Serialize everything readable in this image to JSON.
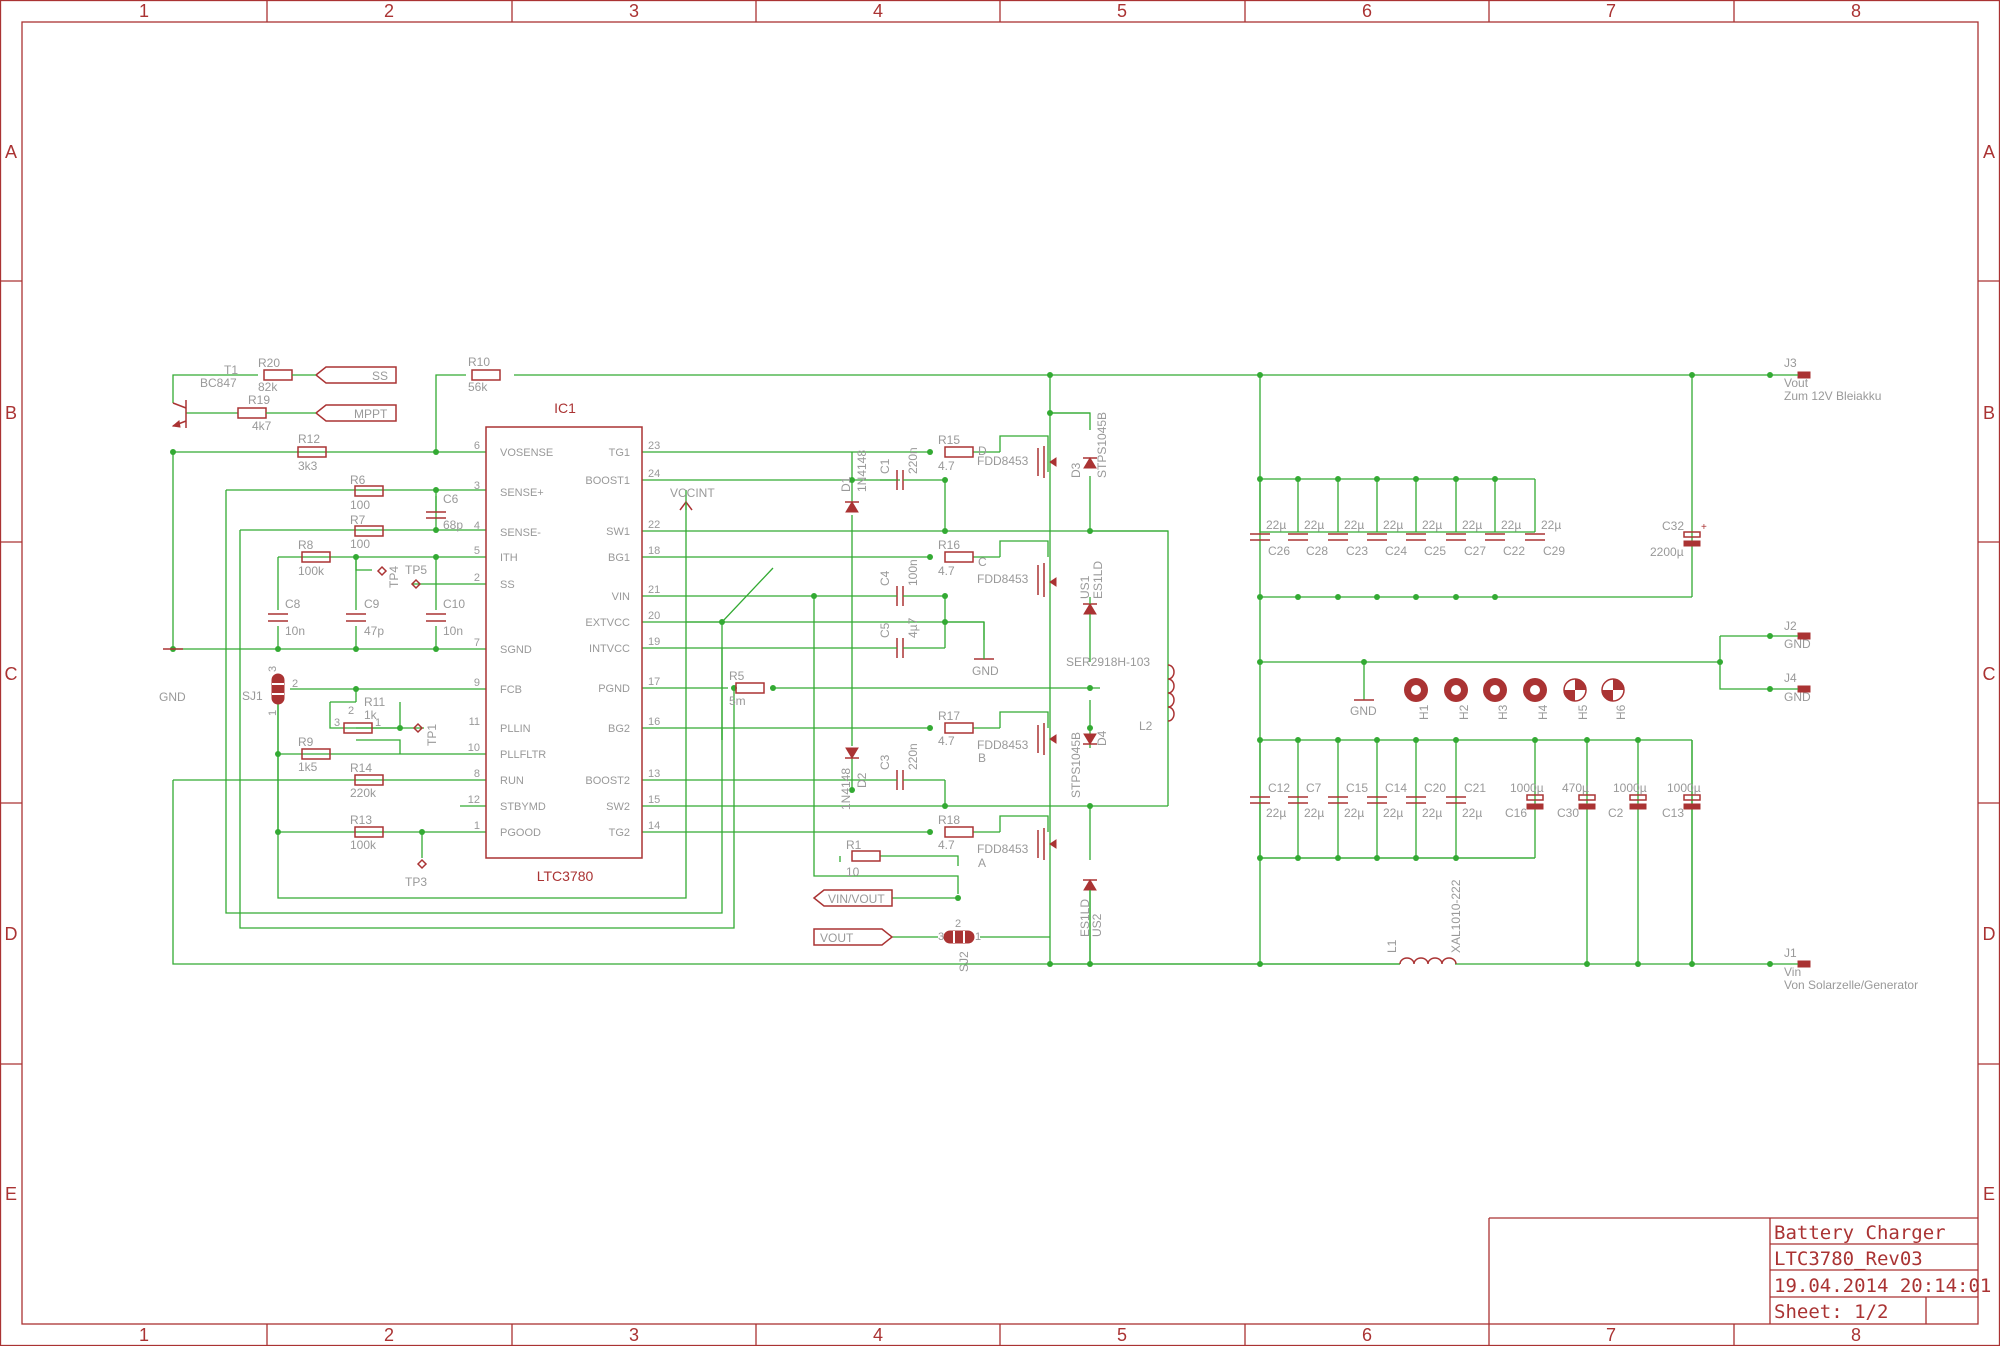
{
  "frame": {
    "columns": [
      "1",
      "2",
      "3",
      "4",
      "5",
      "6",
      "7",
      "8"
    ],
    "rows": [
      "A",
      "B",
      "C",
      "D",
      "E"
    ]
  },
  "title_block": {
    "title": "Battery Charger",
    "drawing": "LTC3780_Rev03",
    "date": "19.04.2014 20:14:01",
    "sheet": "Sheet: 1/2"
  },
  "ic": {
    "ref": "IC1",
    "part": "LTC3780",
    "left_pins": [
      {
        "num": "6",
        "name": "VOSENSE"
      },
      {
        "num": "3",
        "name": "SENSE+"
      },
      {
        "num": "4",
        "name": "SENSE-"
      },
      {
        "num": "5",
        "name": "ITH"
      },
      {
        "num": "2",
        "name": "SS"
      },
      {
        "num": "7",
        "name": "SGND"
      },
      {
        "num": "9",
        "name": "FCB"
      },
      {
        "num": "11",
        "name": "PLLIN"
      },
      {
        "num": "10",
        "name": "PLLFLTR"
      },
      {
        "num": "8",
        "name": "RUN"
      },
      {
        "num": "12",
        "name": "STBYMD"
      },
      {
        "num": "1",
        "name": "PGOOD"
      }
    ],
    "right_pins": [
      {
        "num": "23",
        "name": "TG1"
      },
      {
        "num": "24",
        "name": "BOOST1"
      },
      {
        "num": "22",
        "name": "SW1"
      },
      {
        "num": "18",
        "name": "BG1"
      },
      {
        "num": "21",
        "name": "VIN"
      },
      {
        "num": "20",
        "name": "EXTVCC"
      },
      {
        "num": "19",
        "name": "INTVCC"
      },
      {
        "num": "17",
        "name": "PGND"
      },
      {
        "num": "16",
        "name": "BG2"
      },
      {
        "num": "13",
        "name": "BOOST2"
      },
      {
        "num": "15",
        "name": "SW2"
      },
      {
        "num": "14",
        "name": "TG2"
      }
    ]
  },
  "labels": [
    {
      "id": "t1-ref",
      "text": "T1"
    },
    {
      "id": "t1-val",
      "text": "BC847"
    },
    {
      "id": "r20-ref",
      "text": "R20"
    },
    {
      "id": "r20-val",
      "text": "82k"
    },
    {
      "id": "r19-ref",
      "text": "R19"
    },
    {
      "id": "r19-val",
      "text": "4k7"
    },
    {
      "id": "r10-ref",
      "text": "R10"
    },
    {
      "id": "r10-val",
      "text": "56k"
    },
    {
      "id": "r12-ref",
      "text": "R12"
    },
    {
      "id": "r12-val",
      "text": "3k3"
    },
    {
      "id": "r6-ref",
      "text": "R6"
    },
    {
      "id": "r6-val",
      "text": "100"
    },
    {
      "id": "r7-ref",
      "text": "R7"
    },
    {
      "id": "r7-val",
      "text": "100"
    },
    {
      "id": "c6-ref",
      "text": "C6"
    },
    {
      "id": "c6-val",
      "text": "68p"
    },
    {
      "id": "r8-ref",
      "text": "R8"
    },
    {
      "id": "r8-val",
      "text": "100k"
    },
    {
      "id": "tp5",
      "text": "TP5"
    },
    {
      "id": "tp4",
      "text": "TP4"
    },
    {
      "id": "c8-ref",
      "text": "C8"
    },
    {
      "id": "c8-val",
      "text": "10n"
    },
    {
      "id": "c9-ref",
      "text": "C9"
    },
    {
      "id": "c9-val",
      "text": "47p"
    },
    {
      "id": "c10-ref",
      "text": "C10"
    },
    {
      "id": "c10-val",
      "text": "10n"
    },
    {
      "id": "gnd1",
      "text": "GND"
    },
    {
      "id": "sj1",
      "text": "SJ1"
    },
    {
      "id": "r11-ref",
      "text": "R11"
    },
    {
      "id": "r11-val",
      "text": "1k"
    },
    {
      "id": "tp1",
      "text": "TP1"
    },
    {
      "id": "r9-ref",
      "text": "R9"
    },
    {
      "id": "r9-val",
      "text": "1k5"
    },
    {
      "id": "r14-ref",
      "text": "R14"
    },
    {
      "id": "r14-val",
      "text": "220k"
    },
    {
      "id": "r13-ref",
      "text": "R13"
    },
    {
      "id": "r13-val",
      "text": "100k"
    },
    {
      "id": "tp3",
      "text": "TP3"
    },
    {
      "id": "vccint",
      "text": "VCCINT"
    },
    {
      "id": "r5-ref",
      "text": "R5"
    },
    {
      "id": "r5-val",
      "text": "5m"
    },
    {
      "id": "d1-ref",
      "text": "D1"
    },
    {
      "id": "d1-val",
      "text": "1N4148"
    },
    {
      "id": "d2-ref",
      "text": "D2"
    },
    {
      "id": "d2-val",
      "text": "1N4148"
    },
    {
      "id": "c1-ref",
      "text": "C1"
    },
    {
      "id": "c1-val",
      "text": "220n"
    },
    {
      "id": "c4-ref",
      "text": "C4"
    },
    {
      "id": "c4-val",
      "text": "100n"
    },
    {
      "id": "c5-ref",
      "text": "C5"
    },
    {
      "id": "c5-val",
      "text": "4µ7"
    },
    {
      "id": "c3-ref",
      "text": "C3"
    },
    {
      "id": "c3-val",
      "text": "220n"
    },
    {
      "id": "gnd2",
      "text": "GND"
    },
    {
      "id": "r15-ref",
      "text": "R15"
    },
    {
      "id": "r15-val",
      "text": "4.7"
    },
    {
      "id": "r16-ref",
      "text": "R16"
    },
    {
      "id": "r16-val",
      "text": "4.7"
    },
    {
      "id": "r17-ref",
      "text": "R17"
    },
    {
      "id": "r17-val",
      "text": "4.7"
    },
    {
      "id": "r18-ref",
      "text": "R18"
    },
    {
      "id": "r18-val",
      "text": "4.7"
    },
    {
      "id": "r1-ref",
      "text": "R1"
    },
    {
      "id": "r1-val",
      "text": "10"
    },
    {
      "id": "qd",
      "text": "D"
    },
    {
      "id": "qc",
      "text": "C"
    },
    {
      "id": "qb",
      "text": "B"
    },
    {
      "id": "qa",
      "text": "A"
    },
    {
      "id": "q1",
      "text": "FDD8453"
    },
    {
      "id": "q2",
      "text": "FDD8453"
    },
    {
      "id": "q3",
      "text": "FDD8453"
    },
    {
      "id": "q4",
      "text": "FDD8453"
    },
    {
      "id": "d3-ref",
      "text": "D3"
    },
    {
      "id": "d3-val",
      "text": "STPS1045B"
    },
    {
      "id": "us1-ref",
      "text": "US1"
    },
    {
      "id": "us1-val",
      "text": "ES1LD"
    },
    {
      "id": "d4-ref",
      "text": "D4"
    },
    {
      "id": "d4-val",
      "text": "STPS1045B"
    },
    {
      "id": "us2-ref",
      "text": "US2"
    },
    {
      "id": "us2-val",
      "text": "ES1LD"
    },
    {
      "id": "l2-val",
      "text": "SER2918H-103"
    },
    {
      "id": "l2-ref",
      "text": "L2"
    },
    {
      "id": "sj2",
      "text": "SJ2"
    },
    {
      "id": "l1-ref",
      "text": "L1"
    },
    {
      "id": "l1-val",
      "text": "XAL1010-222"
    },
    {
      "id": "c32-ref",
      "text": "C32"
    },
    {
      "id": "c32-val",
      "text": "2200µ"
    },
    {
      "id": "j3",
      "text": "J3"
    },
    {
      "id": "j3-n1",
      "text": "Vout"
    },
    {
      "id": "j3-n2",
      "text": "Zum 12V Bleiakku"
    },
    {
      "id": "j2",
      "text": "J2"
    },
    {
      "id": "j2-n",
      "text": "GND"
    },
    {
      "id": "j4",
      "text": "J4"
    },
    {
      "id": "j4-n",
      "text": "GND"
    },
    {
      "id": "j1",
      "text": "J1"
    },
    {
      "id": "j1-n1",
      "text": "Vin"
    },
    {
      "id": "j1-n2",
      "text": "Von Solarzelle/Generator"
    },
    {
      "id": "gnd3",
      "text": "GND"
    },
    {
      "id": "h1",
      "text": "H1"
    },
    {
      "id": "h2",
      "text": "H2"
    },
    {
      "id": "h3",
      "text": "H3"
    },
    {
      "id": "h4",
      "text": "H4"
    },
    {
      "id": "h5",
      "text": "H5"
    },
    {
      "id": "h6",
      "text": "H6"
    }
  ],
  "ports": [
    {
      "id": "ss",
      "text": "SS"
    },
    {
      "id": "mppt",
      "text": "MPPT"
    },
    {
      "id": "vinvout",
      "text": "VIN/VOUT"
    },
    {
      "id": "vout",
      "text": "VOUT"
    }
  ],
  "pin_numbers": {
    "sj1": [
      "3",
      "2",
      "1"
    ],
    "r11": [
      "3",
      "2",
      "1"
    ],
    "sj2": [
      "3",
      "2",
      "1"
    ]
  },
  "cap_bank_top": [
    {
      "ref": "C26",
      "val": "22µ"
    },
    {
      "ref": "C28",
      "val": "22µ"
    },
    {
      "ref": "C23",
      "val": "22µ"
    },
    {
      "ref": "C24",
      "val": "22µ"
    },
    {
      "ref": "C25",
      "val": "22µ"
    },
    {
      "ref": "C27",
      "val": "22µ"
    },
    {
      "ref": "C22",
      "val": "22µ"
    },
    {
      "ref": "C29",
      "val": "22µ"
    }
  ],
  "cap_bank_bottom": [
    {
      "ref": "C12",
      "val": "22µ"
    },
    {
      "ref": "C7",
      "val": "22µ"
    },
    {
      "ref": "C15",
      "val": "22µ"
    },
    {
      "ref": "C14",
      "val": "22µ"
    },
    {
      "ref": "C20",
      "val": "22µ"
    },
    {
      "ref": "C21",
      "val": "22µ"
    }
  ],
  "cap_bank_elko": [
    {
      "ref": "C16",
      "val": "1000µ"
    },
    {
      "ref": "C30",
      "val": "470µ"
    },
    {
      "ref": "C2",
      "val": "1000µ"
    },
    {
      "ref": "C13",
      "val": "1000µ"
    }
  ],
  "colors": {
    "frame": "#aa3333",
    "wire": "#33aa33",
    "text": "#999999"
  }
}
